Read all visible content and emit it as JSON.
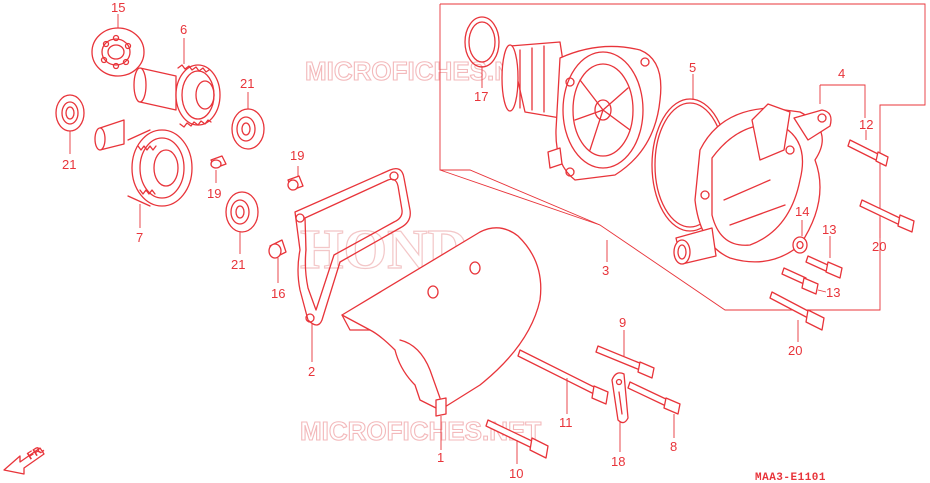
{
  "diagram": {
    "drawing_code": "MAA3-E1101",
    "direction_label": "FR.",
    "watermarks": [
      "MICROFICHES.NET",
      "HONDA",
      "MICROFICHES.NET"
    ],
    "callouts": [
      {
        "id": "c15",
        "text": "15"
      },
      {
        "id": "c6",
        "text": "6"
      },
      {
        "id": "c21a",
        "text": "21"
      },
      {
        "id": "c21b",
        "text": "21"
      },
      {
        "id": "c21c",
        "text": "21"
      },
      {
        "id": "c19a",
        "text": "19"
      },
      {
        "id": "c19b",
        "text": "19"
      },
      {
        "id": "c7",
        "text": "7"
      },
      {
        "id": "c16",
        "text": "16"
      },
      {
        "id": "c2",
        "text": "2"
      },
      {
        "id": "c17",
        "text": "17"
      },
      {
        "id": "c5",
        "text": "5"
      },
      {
        "id": "c4",
        "text": "4"
      },
      {
        "id": "c12",
        "text": "12"
      },
      {
        "id": "c3",
        "text": "3"
      },
      {
        "id": "c14",
        "text": "14"
      },
      {
        "id": "c13a",
        "text": "13"
      },
      {
        "id": "c13b",
        "text": "13"
      },
      {
        "id": "c20a",
        "text": "20"
      },
      {
        "id": "c20b",
        "text": "20"
      },
      {
        "id": "c9",
        "text": "9"
      },
      {
        "id": "c11",
        "text": "11"
      },
      {
        "id": "c8",
        "text": "8"
      },
      {
        "id": "c18",
        "text": "18"
      },
      {
        "id": "c10",
        "text": "10"
      },
      {
        "id": "c1",
        "text": "1"
      }
    ]
  },
  "colors": {
    "line": "#e8343a",
    "watermark": "#f3b9bb",
    "background": "#ffffff"
  }
}
